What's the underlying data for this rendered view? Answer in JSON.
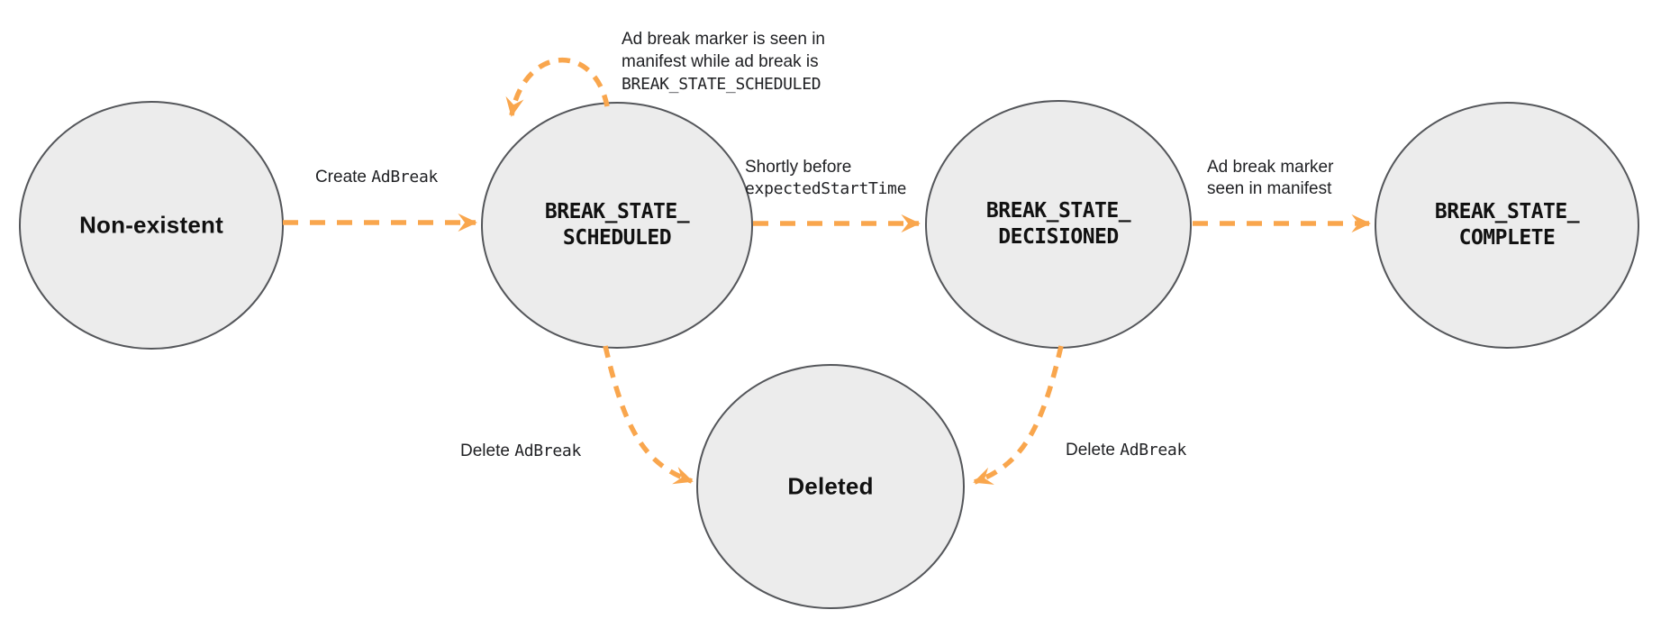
{
  "colors": {
    "arrow": "#F9A64D",
    "node_fill": "#ECECEC",
    "node_stroke": "#54565A",
    "text": "#202124",
    "state_text": "#111111"
  },
  "states": {
    "non_existent": {
      "label": "Non-existent"
    },
    "scheduled": {
      "line1": "BREAK_STATE_",
      "line2": "SCHEDULED"
    },
    "decisioned": {
      "line1": "BREAK_STATE_",
      "line2": "DECISIONED"
    },
    "complete": {
      "line1": "BREAK_STATE_",
      "line2": "COMPLETE"
    },
    "deleted": {
      "label": "Deleted"
    }
  },
  "edges": {
    "create": {
      "text": "Create ",
      "code": "AdBreak"
    },
    "self_loop_note": {
      "line1": "Ad break marker is seen in",
      "line2": "manifest while ad break is",
      "line3_code": "BREAK_STATE_SCHEDULED"
    },
    "decision": {
      "line1": "Shortly before",
      "line2_code": "expectedStartTime"
    },
    "complete": {
      "line1": "Ad break marker",
      "line2": "seen in manifest"
    },
    "delete_from_scheduled": {
      "text": "Delete ",
      "code": "AdBreak"
    },
    "delete_from_decisioned": {
      "text": "Delete ",
      "code": "AdBreak"
    }
  }
}
